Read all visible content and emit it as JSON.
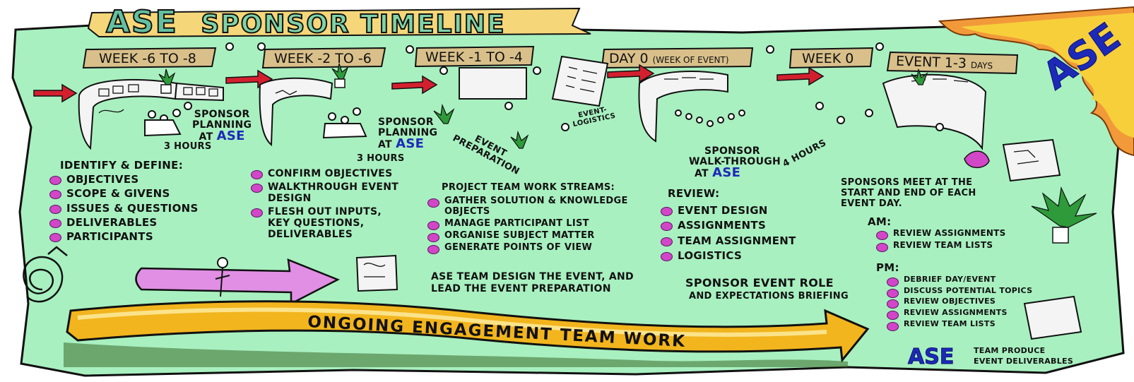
{
  "title": {
    "main": "ASE",
    "rest": "SPONSOR TIMELINE"
  },
  "corner_logo": "ASE",
  "colors": {
    "background": "#a8f0c0",
    "banner": "#f5d77a",
    "arrow_gold": "#f2b51e",
    "arrow_pink": "#e08fe4",
    "bullet": "#d246c8",
    "ase_blue": "#1d2ab8",
    "red_arrow": "#d3202f"
  },
  "phases": [
    {
      "label": "WEEK -6 TO -8"
    },
    {
      "label": "WEEK -2 TO -6"
    },
    {
      "label": "WEEK -1 TO -4"
    },
    {
      "label": "DAY 0",
      "small": "(WEEK OF EVENT)"
    },
    {
      "label": "WEEK 0"
    },
    {
      "label": "EVENT 1-3",
      "small": "DAYS"
    }
  ],
  "scenes": {
    "s1": {
      "line1": "SPONSOR",
      "line2": "PLANNING",
      "line3": "AT",
      "ase": "ASE",
      "hours": "3 HOURS"
    },
    "s2": {
      "line1": "SPONSOR",
      "line2": "PLANNING",
      "line3": "AT",
      "ase": "ASE",
      "hours": "3 HOURS"
    },
    "event_prep": "EVENT PREPARATION",
    "event_logistics": "EVENT-LOGISTICS",
    "walkthrough": {
      "line1": "SPONSOR",
      "line2": "WALK-THROUGH",
      "line3": "AT",
      "ase": "ASE",
      "hours": "4 HOURS"
    }
  },
  "col1": {
    "heading": "IDENTIFY & DEFINE:",
    "items": [
      "OBJECTIVES",
      "SCOPE & GIVENS",
      "ISSUES & QUESTIONS",
      "DELIVERABLES",
      "PARTICIPANTS"
    ]
  },
  "col2": {
    "items": [
      "CONFIRM OBJECTIVES",
      "WALKTHROUGH EVENT DESIGN",
      "FLESH OUT INPUTS, KEY QUESTIONS, DELIVERABLES"
    ]
  },
  "col3": {
    "heading": "PROJECT TEAM WORK STREAMS:",
    "items": [
      "GATHER SOLUTION & KNOWLEDGE OBJECTS",
      "MANAGE PARTICIPANT LIST",
      "ORGANISE SUBJECT MATTER",
      "GENERATE POINTS OF VIEW"
    ],
    "note": "ASE TEAM DESIGN THE EVENT, AND LEAD THE EVENT PREPARATION"
  },
  "col4": {
    "heading": "REVIEW:",
    "items": [
      "EVENT DESIGN",
      "ASSIGNMENTS",
      "TEAM ASSIGNMENT",
      "LOGISTICS"
    ],
    "note_title": "SPONSOR EVENT ROLE",
    "note_sub": "AND EXPECTATIONS BRIEFING"
  },
  "col5": {
    "intro": "SPONSORS MEET AT THE START AND END OF EACH EVENT DAY.",
    "am_heading": "AM:",
    "am_items": [
      "REVIEW ASSIGNMENTS",
      "REVIEW TEAM LISTS"
    ],
    "pm_heading": "PM:",
    "pm_items": [
      "DEBRIEF DAY/EVENT",
      "DISCUSS POTENTIAL TOPICS",
      "REVIEW OBJECTIVES",
      "REVIEW ASSIGNMENTS",
      "REVIEW TEAM LISTS"
    ],
    "footer_ase": "ASE",
    "footer_line1": "TEAM PRODUCE",
    "footer_line2": "EVENT DELIVERABLES"
  },
  "ongoing": "ONGOING ENGAGEMENT TEAM WORK"
}
